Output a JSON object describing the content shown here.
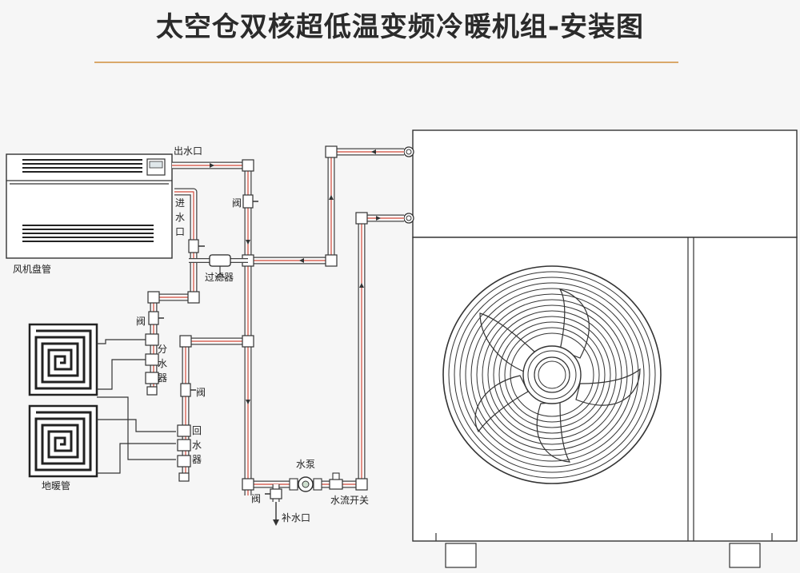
{
  "title": "太空仓双核超低温变频冷暖机组-安装图",
  "colors": {
    "accent_rule": "#d9a86a",
    "pipe_flow": "#d24a3a",
    "line": "#333333",
    "background": "#f6f6f6"
  },
  "labels": {
    "outlet": "出水口",
    "inlet": [
      "进",
      "水",
      "口"
    ],
    "fan_coil": "风机盘管",
    "valve": "阀",
    "filter": "过滤器",
    "distributor": [
      "分",
      "水",
      "器"
    ],
    "collector": [
      "回",
      "水",
      "器"
    ],
    "floor_heating": "地暖管",
    "pump": "水泵",
    "flow_switch": "水流开关",
    "makeup": "补水口"
  }
}
